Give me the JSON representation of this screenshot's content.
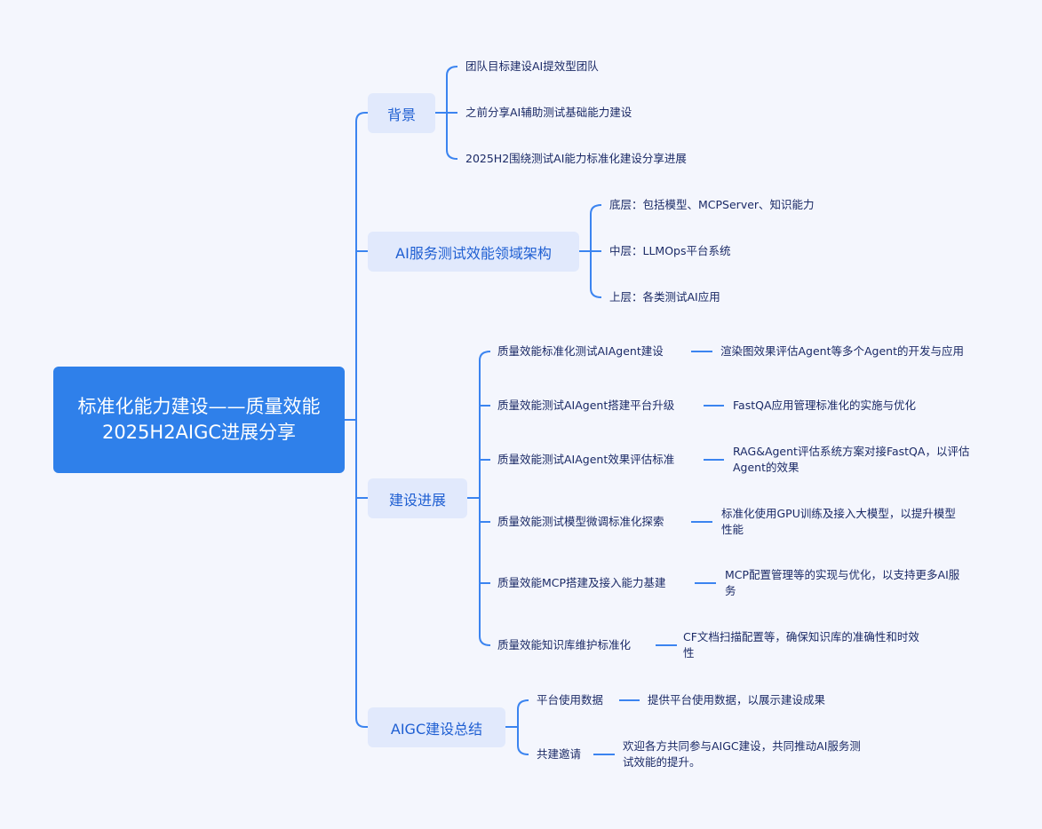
{
  "root": {
    "title": "标准化能力建设——质量效能2025H2AIGC进展分享"
  },
  "branches": [
    {
      "label": "背景",
      "children": [
        {
          "label": "团队目标建设AI提效型团队"
        },
        {
          "label": "之前分享AI辅助测试基础能力建设"
        },
        {
          "label": "2025H2围绕测试AI能力标准化建设分享进展"
        }
      ]
    },
    {
      "label": "AI服务测试效能领域架构",
      "children": [
        {
          "label": "底层：包括模型、MCPServer、知识能力"
        },
        {
          "label": "中层：LLMOps平台系统"
        },
        {
          "label": "上层：各类测试AI应用"
        }
      ]
    },
    {
      "label": "建设进展",
      "children": [
        {
          "label": "质量效能标准化测试AIAgent建设",
          "detail": "渲染图效果评估Agent等多个Agent的开发与应用"
        },
        {
          "label": "质量效能测试AIAgent搭建平台升级",
          "detail": "FastQA应用管理标准化的实施与优化"
        },
        {
          "label": "质量效能测试AIAgent效果评估标准",
          "detail": "RAG&Agent评估系统方案对接FastQA，以评估Agent的效果"
        },
        {
          "label": "质量效能测试模型微调标准化探索",
          "detail": "标准化使用GPU训练及接入大模型，以提升模型性能"
        },
        {
          "label": "质量效能MCP搭建及接入能力基建",
          "detail": "MCP配置管理等的实现与优化，以支持更多AI服务"
        },
        {
          "label": "质量效能知识库维护标准化",
          "detail": "CF文档扫描配置等，确保知识库的准确性和时效性"
        }
      ]
    },
    {
      "label": "AIGC建设总结",
      "children": [
        {
          "label": "平台使用数据",
          "detail": "提供平台使用数据，以展示建设成果"
        },
        {
          "label": "共建邀请",
          "detail": "欢迎各方共同参与AIGC建设，共同推动AI服务测试效能的提升。"
        }
      ]
    }
  ],
  "colors": {
    "background": "#f4f6fd",
    "root": "#2f80ea",
    "branch_fill": "#e1e9fc",
    "line": "#3b84f0",
    "text": "#1b2a66"
  }
}
